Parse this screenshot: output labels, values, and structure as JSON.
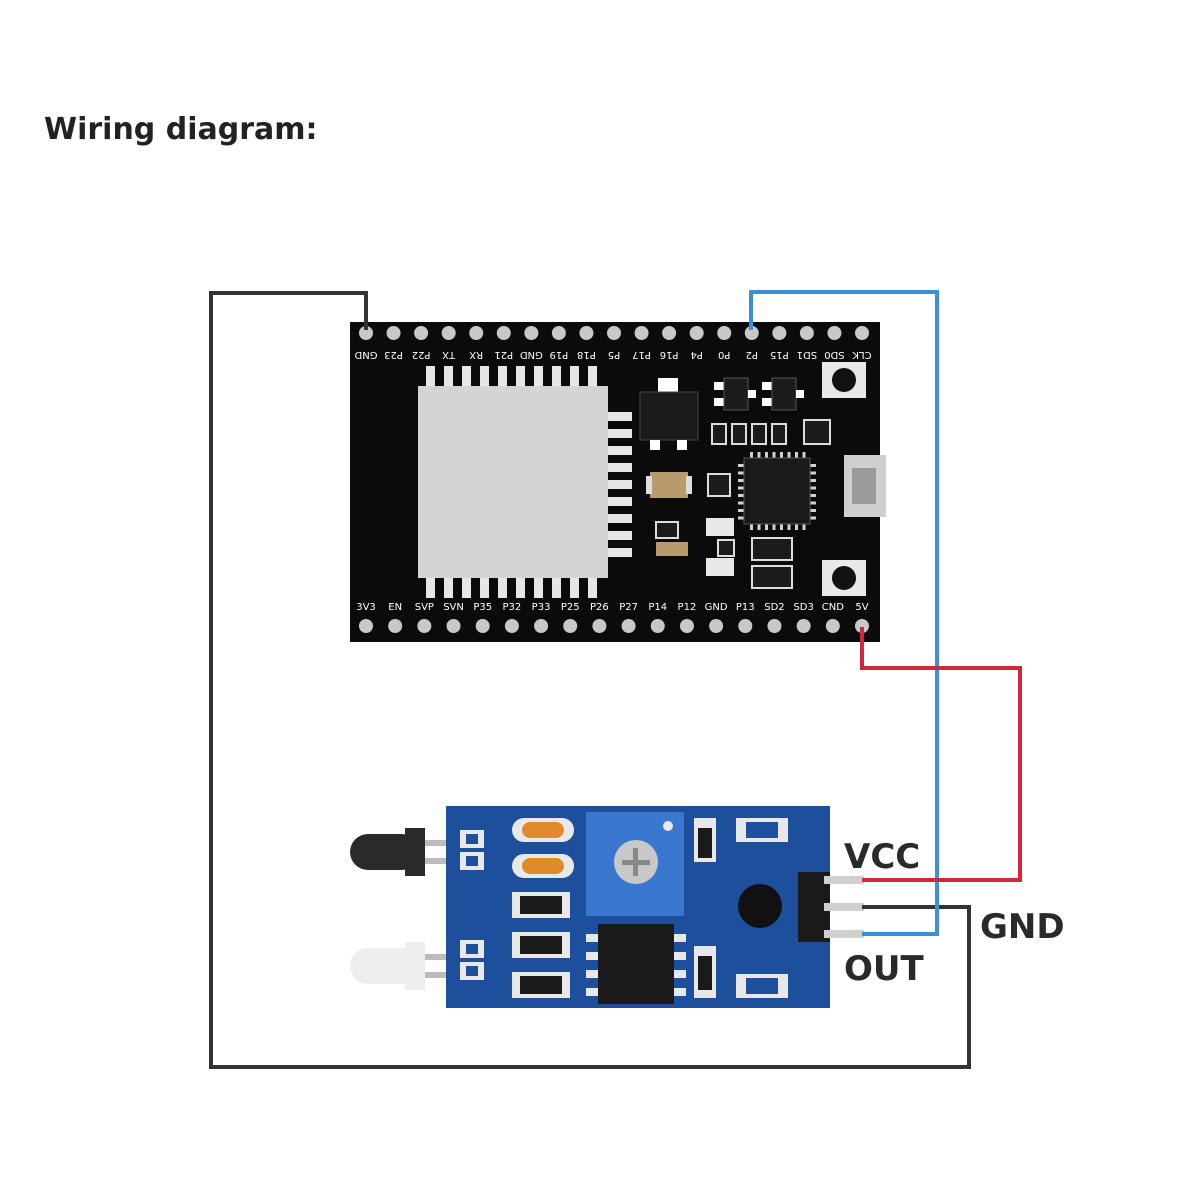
{
  "title": "Wiring diagram:",
  "board": {
    "top_pins": [
      "GND",
      "P23",
      "P22",
      "TX",
      "RX",
      "P21",
      "GND",
      "P19",
      "P18",
      "P5",
      "P17",
      "P16",
      "P4",
      "P0",
      "P2",
      "P15",
      "SD1",
      "SD0",
      "CLK"
    ],
    "bottom_pins": [
      "3V3",
      "EN",
      "SVP",
      "SVN",
      "P35",
      "P32",
      "P33",
      "P25",
      "P26",
      "P27",
      "P14",
      "P12",
      "GND",
      "P13",
      "SD2",
      "SD3",
      "CND",
      "5V"
    ]
  },
  "sensor": {
    "pin_labels": {
      "vcc": "VCC",
      "gnd": "GND",
      "out": "OUT"
    }
  },
  "wires": [
    {
      "name": "gnd-wire",
      "from": "GND",
      "to": "GND",
      "color": "#333333"
    },
    {
      "name": "signal-wire",
      "from": "P2",
      "to": "OUT",
      "color": "#3a8fd6"
    },
    {
      "name": "power-wire",
      "from": "5V",
      "to": "VCC",
      "color": "#d0283c"
    }
  ],
  "colors": {
    "board": "#0b0b0b",
    "module_shield": "#d4d4d4",
    "sensor_pcb": "#1d4f9c",
    "potentiometer": "#3a78cf"
  }
}
